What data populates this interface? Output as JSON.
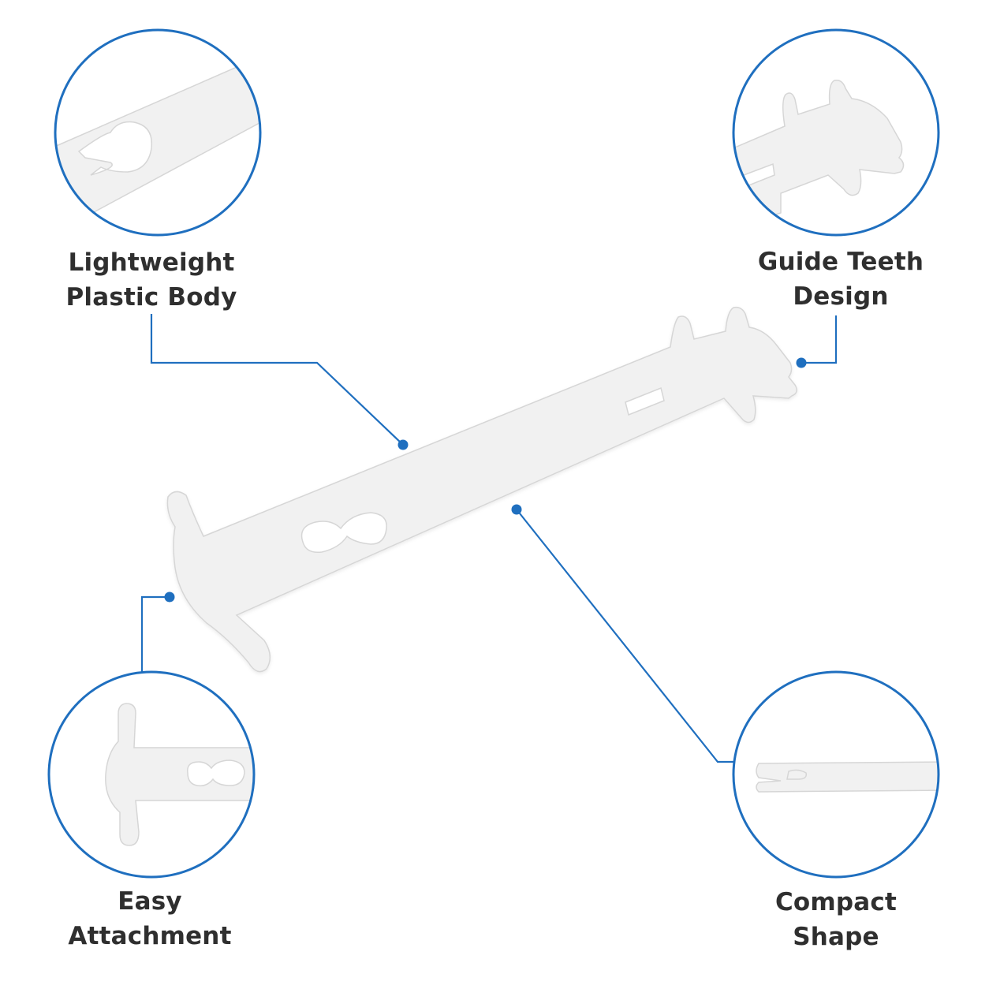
{
  "colors": {
    "accent": "#1f6fbf",
    "part_fill": "#f1f1f1",
    "part_edge": "#d6d6d6",
    "label_text": "#2f2f2f",
    "background": "#ffffff"
  },
  "callouts": {
    "lightweight_body": {
      "line1": "Lightweight",
      "line2": "Plastic Body"
    },
    "guide_teeth": {
      "line1": "Guide Teeth",
      "line2": "Design"
    },
    "easy_attachment": {
      "line1": "Easy",
      "line2": "Attachment"
    },
    "compact_shape": {
      "line1": "Compact",
      "line2": "Shape"
    }
  }
}
